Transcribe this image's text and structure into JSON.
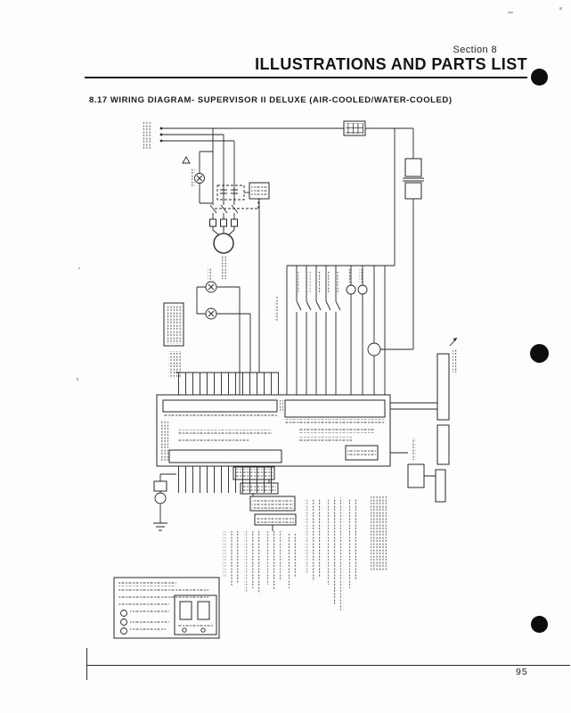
{
  "page": {
    "section_label": "Section 8",
    "header_title": "ILLUSTRATIONS AND PARTS LIST",
    "figure_title": "8.17 WIRING DIAGRAM- SUPERVISOR II DELUXE  (AIR-COOLED/WATER-COOLED)",
    "page_number": "95"
  },
  "style": {
    "ink_color": "#262626",
    "paper_color": "#fdfdfc",
    "punch_hole_color": "#0d0d0d"
  },
  "diagram": {
    "description": "Scanned black-and-white wiring diagram line art; fine component labels too small to read",
    "components": [
      "power-supply-feed",
      "terminal-junction-box",
      "control-transformer",
      "fan-motor",
      "capacitor-box",
      "contactor-contacts",
      "overload-blocks",
      "compressor-motor",
      "high-low-pressure-switches",
      "switch-array",
      "indicator-lamps",
      "relay-coil",
      "main-control-board",
      "terminal-strips",
      "ribbon-connectors",
      "ground-switch",
      "note-blocks",
      "legend-box"
    ],
    "punch_holes_visible": 3
  }
}
